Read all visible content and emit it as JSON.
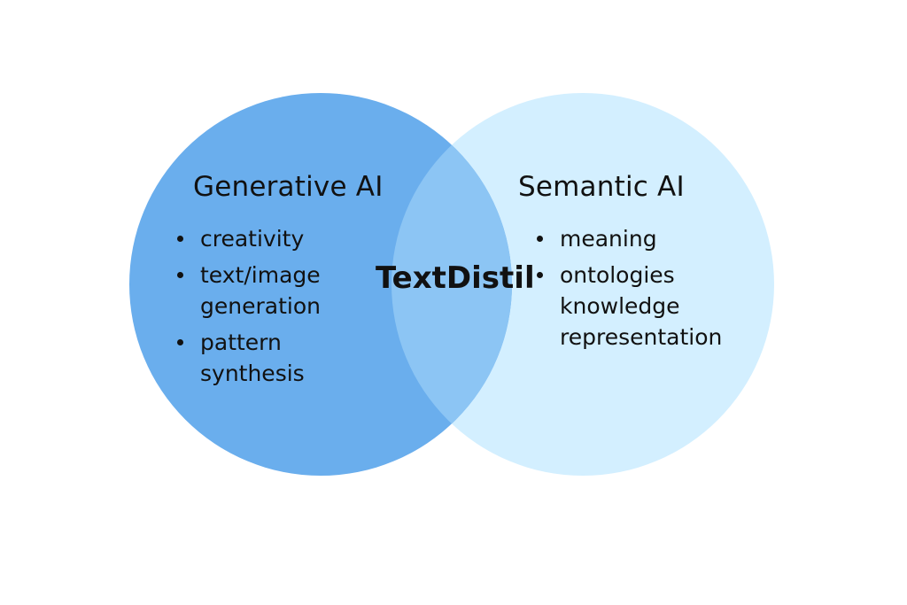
{
  "colors": {
    "left_circle": "#6aaeed",
    "right_circle": "#d3efff",
    "overlap": "#8cc5f4",
    "text": "#111111",
    "background": "#ffffff"
  },
  "left": {
    "title": "Generative AI",
    "items": [
      "creativity",
      "text/image\ngeneration",
      "pattern\nsynthesis"
    ]
  },
  "right": {
    "title": "Semantic AI",
    "items": [
      "meaning",
      "ontologies"
    ],
    "continuation": "knowledge\nrepresentation"
  },
  "center": {
    "title": "TextDistil"
  }
}
